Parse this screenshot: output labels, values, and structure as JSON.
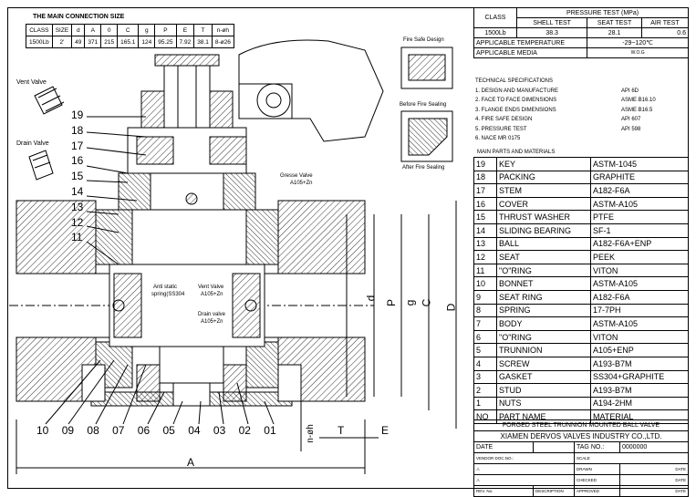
{
  "connection": {
    "title": "THE MAIN CONNECTION SIZE",
    "headers": [
      "CLASS",
      "SIZE",
      "d",
      "A",
      "0",
      "C",
      "g",
      "P",
      "E",
      "T",
      "n-øh"
    ],
    "row": [
      "1500Lb",
      "2'",
      "49",
      "371",
      "215",
      "165.1",
      "124",
      "95.25",
      "7.92",
      "38.1",
      "8-ø26"
    ]
  },
  "pressure": {
    "class_label": "CLASS",
    "title": "PRESSURE TEST (MPa)",
    "shell": "SHELL TEST",
    "seat": "SEAT TEST",
    "air": "AIR TEST",
    "class_val": "1500Lb",
    "shell_val": "38.3",
    "seat_val": "28.1",
    "air_val": "0.6",
    "temp_label": "APPLICABLE TEMPERATURE",
    "temp_val": "-29~120℃",
    "media_label": "APPLICABLE MEDIA",
    "media_val": "W.O.G"
  },
  "tech": {
    "title": "TECHNICAL SPECIFICATIONS",
    "rows": [
      [
        "1. DESIGN AND MANUFACTURE",
        "API 6D"
      ],
      [
        "2. FACE TO FACE DIMENSIONS",
        "ASME B16.10"
      ],
      [
        "3. FLANGE ENDS DIMENSIONS",
        "ASME B16.5"
      ],
      [
        "4. FIRE SAFE DESIGN",
        "API 607"
      ],
      [
        "5. PRESSURE TEST",
        "API 598"
      ],
      [
        "6. NACE MR 0175",
        ""
      ]
    ]
  },
  "parts": {
    "title": "MAIN PARTS AND MATERIALS",
    "rows": [
      [
        "19",
        "KEY",
        "ASTM-1045"
      ],
      [
        "18",
        "PACKING",
        "GRAPHITE"
      ],
      [
        "17",
        "STEM",
        "A182-F6A"
      ],
      [
        "16",
        "COVER",
        "ASTM-A105"
      ],
      [
        "15",
        "THRUST WASHER",
        "PTFE"
      ],
      [
        "14",
        "SLIDING BEARING",
        "SF-1"
      ],
      [
        "13",
        "BALL",
        "A182-F6A+ENP"
      ],
      [
        "12",
        "SEAT",
        "PEEK"
      ],
      [
        "11",
        "\"O\"RING",
        "VITON"
      ],
      [
        "10",
        "BONNET",
        "ASTM-A105"
      ],
      [
        "9",
        "SEAT RING",
        "A182-F6A"
      ],
      [
        "8",
        "SPRING",
        "17-7PH"
      ],
      [
        "7",
        "BODY",
        "ASTM-A105"
      ],
      [
        "6",
        "\"O\"RING",
        "VITON"
      ],
      [
        "5",
        "TRUNNION",
        "A105+ENP"
      ],
      [
        "4",
        "SCREW",
        "A193-B7M"
      ],
      [
        "3",
        "GASKET",
        "SS304+GRAPHITE"
      ],
      [
        "2",
        "STUD",
        "A193-B7M"
      ],
      [
        "1",
        "NUTS",
        "A194-2HM"
      ],
      [
        "NO",
        "PART NAME",
        "MATERIAL"
      ]
    ]
  },
  "titleblock": {
    "product": "FORGED STEEL TRUNNION MOUNTED BALL VALVE",
    "company": "XIAMEN DERVOS VALVES INDUSTRY CO.,LTD.",
    "date_label": "DATE",
    "tag_label": "TAG NO.:",
    "tag_val": "0000000",
    "vendor": "VENDOR DOC.NO.:",
    "scale": "SCALE",
    "drawn": "DRAWN",
    "checked": "CHECKED",
    "approved": "APPROVED",
    "date": "DATE",
    "rev": "REV. No.",
    "description": "DESCRIPTION"
  },
  "drawing": {
    "vent_valve": "Vent Valve",
    "drain_valve": "Drain Valve",
    "grease_valve": "Gresse Valve",
    "grease_mat": "A105+Zn",
    "anti_static": "Anti static",
    "spring_mat": "spring(SS304",
    "vent_inner": "Vent Valve",
    "vent_inner_mat": "A105+Zn",
    "drain_inner": "Drain valve",
    "drain_inner_mat": "A105+Zn",
    "fire_safe": "Fire Safe Design",
    "before_fire": "Before Fire Sealing",
    "after_fire": "After Fire Sealing",
    "callouts_left": [
      "19",
      "18",
      "17",
      "16",
      "15",
      "14",
      "13",
      "12",
      "11"
    ],
    "callouts_bottom": [
      "10",
      "09",
      "08",
      "07",
      "06",
      "05",
      "04",
      "03",
      "02",
      "01"
    ],
    "dims": {
      "A": "A",
      "T": "T",
      "E": "E",
      "nh": "n-øh",
      "d": "d",
      "P": "P",
      "g": "g",
      "C": "C",
      "D": "D"
    }
  }
}
